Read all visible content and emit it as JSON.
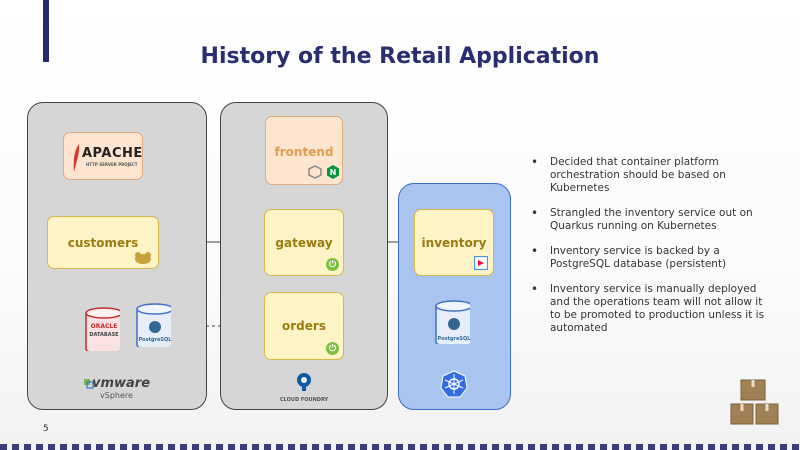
{
  "slide": {
    "title": "History of the Retail Application",
    "page_number": "5"
  },
  "nodes": {
    "apache": "APACHE",
    "apache_sub": "HTTP SERVER PROJECT",
    "customers": "customers",
    "frontend": "frontend",
    "gateway": "gateway",
    "orders": "orders",
    "inventory": "inventory"
  },
  "databases": {
    "oracle": "ORACLE",
    "oracle_sub": "DATABASE",
    "postgres_left": "PostgreSQL",
    "postgres_right": "PostgreSQL"
  },
  "platforms": {
    "vmware": "vmware",
    "vsphere": "vSphere",
    "cloudfoundry": "CLOUD FOUNDRY"
  },
  "bullets": [
    "Decided that container platform orchestration should be based on Kubernetes",
    "Strangled the inventory service out on Quarkus running on Kubernetes",
    "Inventory service is backed by a PostgreSQL database (persistent)",
    "Inventory service is manually deployed and the operations team will not allow it to be promoted to production unless it is automated"
  ],
  "colors": {
    "title": "#2a2d72",
    "column_gray": "#d6d6d6",
    "column_blue": "#a9c4ef",
    "node_yellow": "#fff4c6",
    "node_peach": "#fde5cf"
  }
}
